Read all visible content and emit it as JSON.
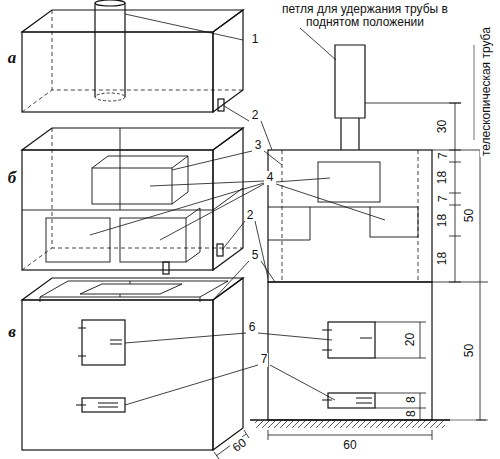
{
  "diagram": {
    "labels": [
      "петля для удержания трубы в поднятом положении",
      "а",
      "1",
      "телескопическая труба",
      "2",
      "3",
      "б",
      "4",
      "2",
      "5",
      "в",
      "6",
      "7",
      "60",
      "30",
      "7",
      "18",
      "7",
      "50",
      "18",
      "18",
      "50",
      "20",
      "8",
      "8",
      "60"
    ]
  }
}
